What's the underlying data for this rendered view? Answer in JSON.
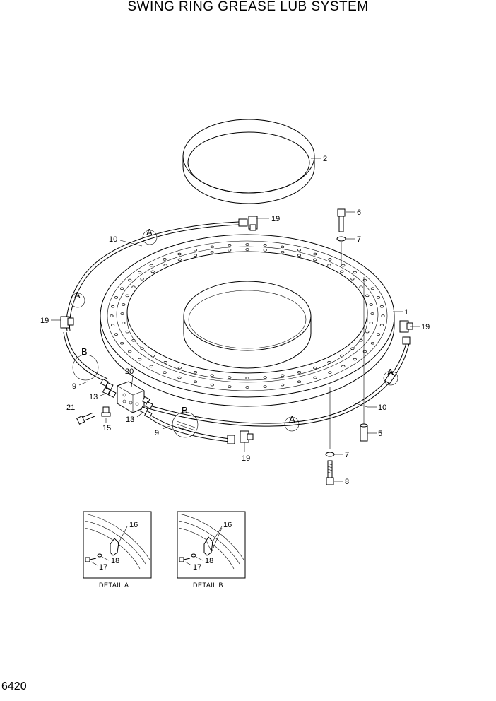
{
  "title": "SWING RING GREASE LUB SYSTEM",
  "page_number": "6420",
  "callouts": {
    "c1": "1",
    "c2": "2",
    "c5": "5",
    "c6": "6",
    "c7a": "7",
    "c7b": "7",
    "c8": "8",
    "c9a": "9",
    "c9b": "9",
    "c10a": "10",
    "c10b": "10",
    "c13a": "13",
    "c13b": "13",
    "c15": "15",
    "c19a": "19",
    "c19b": "19",
    "c19c": "19",
    "c19d": "19",
    "c20": "20",
    "c21": "21"
  },
  "detail_markers": {
    "a1": "A",
    "a2": "A",
    "a3": "A",
    "a4": "A",
    "b1": "B",
    "b2": "B"
  },
  "detail_a": {
    "caption": "DETAIL  A",
    "c16": "16",
    "c17": "17",
    "c18": "18"
  },
  "detail_b": {
    "caption": "DETAIL  B",
    "c16": "16",
    "c17": "17",
    "c18": "18"
  }
}
